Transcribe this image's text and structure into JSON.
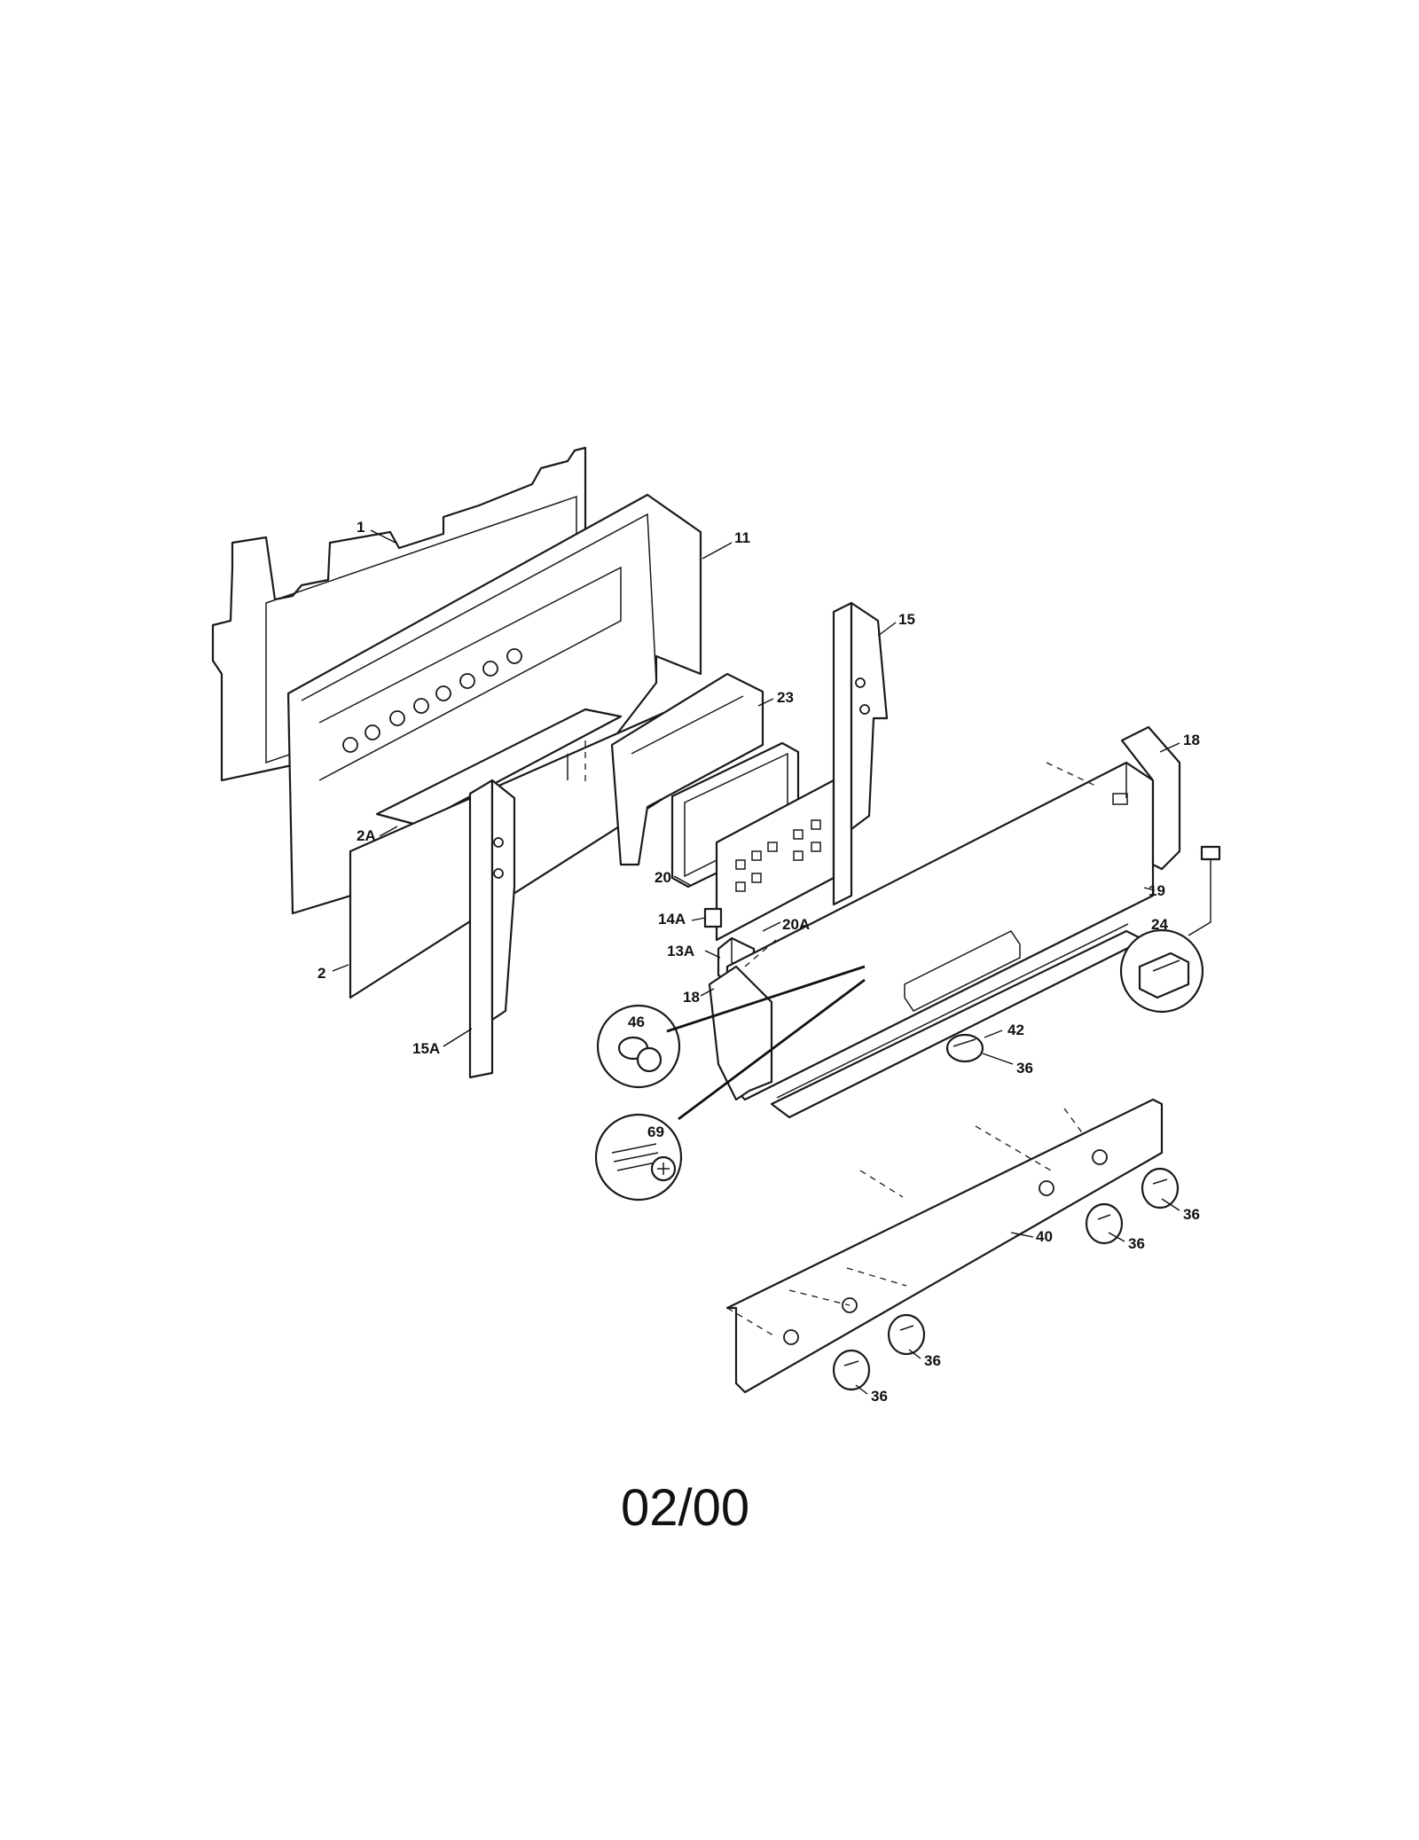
{
  "callouts": {
    "c1": "1",
    "c11": "11",
    "c15": "15",
    "c23": "23",
    "c18_top": "18",
    "c2A": "2A",
    "c20": "20",
    "c20A": "20A",
    "c14A": "14A",
    "c13A": "13A",
    "c19": "19",
    "c24": "24",
    "c2": "2",
    "c46": "46",
    "c18_left": "18",
    "c42": "42",
    "c15A": "15A",
    "c69": "69",
    "c36_a": "36",
    "c36_b": "36",
    "c36_c": "36",
    "c40": "40",
    "c36_d": "36",
    "c36_e": "36"
  },
  "footer": {
    "revision": "02/00"
  }
}
